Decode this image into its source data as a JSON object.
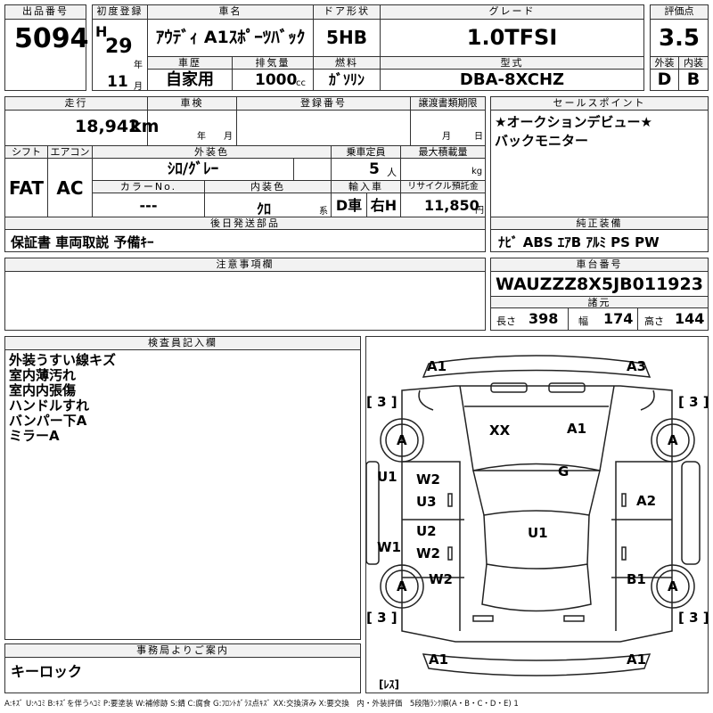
{
  "header": {
    "lot_no_label": "出品番号",
    "lot_no": "5094",
    "first_reg_label": "初度登録",
    "era_letter": "H",
    "reg_year": "29",
    "year_unit": "年",
    "reg_month": "11",
    "month_unit": "月",
    "car_name_label": "車名",
    "car_name": "ｱｳﾃﾞｨ A1ｽﾎﾟｰﾂﾊﾞｯｸ",
    "door_label": "ドア形状",
    "door": "5HB",
    "grade_label": "グレード",
    "grade": "1.0TFSI",
    "score_label": "評価点",
    "score": "3.5",
    "history_label": "車歴",
    "history": "自家用",
    "displacement_label": "排気量",
    "displacement": "1000",
    "displacement_unit": "cc",
    "fuel_label": "燃料",
    "fuel": "ｶﾞｿﾘﾝ",
    "model_code_label": "型式",
    "model_code": "DBA-8XCHZ",
    "exterior_label": "外装",
    "exterior_grade": "D",
    "interior_label": "内装",
    "interior_grade": "B"
  },
  "row2": {
    "mileage_label": "走行",
    "mileage": "18,942",
    "mileage_unit": "km",
    "inspection_label": "車検",
    "inspection_year_unit": "年",
    "inspection_month_unit": "月",
    "plate_label": "登録番号",
    "transfer_label": "譲渡書類期限",
    "transfer_month_unit": "月",
    "transfer_day_unit": "日",
    "shift_label": "シフト",
    "shift": "FAT",
    "ac_label": "エアコン",
    "ac": "AC",
    "ext_color_label": "外装色",
    "ext_color": "ｼﾛ/ｸﾞﾚｰ",
    "capacity_label": "乗車定員",
    "capacity": "5",
    "capacity_unit": "人",
    "max_load_label": "最大積載量",
    "max_load_unit": "kg",
    "color_no_label": "カラーNo.",
    "color_no": "---",
    "int_color_label": "内装色",
    "int_color": "ｸﾛ",
    "int_color_unit": "系",
    "import_label": "輸入車",
    "import_type": "D車",
    "steering": "右H",
    "recycle_label": "リサイクル預託金",
    "recycle_fee": "11,850",
    "recycle_unit": "円",
    "later_parts_label": "後日発送部品",
    "later_parts": "保証書 車両取説 予備ｷｰ"
  },
  "sales_points": {
    "label": "セールスポイント",
    "lines": [
      "★オークションデビュー★",
      "バックモニター"
    ]
  },
  "equipment": {
    "label": "純正装備",
    "items": "ﾅﾋﾞ ABS ｴｱB ｱﾙﾐ PS PW"
  },
  "notes": {
    "label": "注意事項欄"
  },
  "chassis": {
    "label": "車台番号",
    "number": "WAUZZZ8X5JB011923",
    "spec_label": "諸元",
    "length_label": "長さ",
    "length": "398",
    "width_label": "幅",
    "width": "174",
    "height_label": "高さ",
    "height": "144"
  },
  "inspector": {
    "label": "検査員記入欄",
    "lines": [
      "外装うすい線キズ",
      "室内薄汚れ",
      "室内内張傷",
      "ハンドルすれ",
      "バンパー下A",
      "ミラーA"
    ]
  },
  "office": {
    "label": "事務局よりご案内",
    "text": "キーロック"
  },
  "diagram": {
    "marks": {
      "front_left": "A1",
      "front_right": "A3",
      "tire_fl": "[ 3 ]",
      "tire_fr": "[ 3 ]",
      "tire_rl": "[ 3 ]",
      "tire_rr": "[ 3 ]",
      "wheel_fl": "A",
      "wheel_fr": "A",
      "wheel_rl": "A",
      "wheel_rr": "A",
      "hood_l": "XX",
      "hood_r": "A1",
      "left_u1": "U1",
      "left_w1": "W1",
      "right_a2": "A2",
      "right_b1": "B1",
      "door_fl_w2": "W2",
      "door_fl_u3": "U3",
      "door_rl_u2": "U2",
      "door_rl_w2": "W2",
      "rear_w2": "W2",
      "roof_g": "G",
      "roof_u1": "U1",
      "rear_left": "A1",
      "rear_right": "A1",
      "spare": "[ﾚｽ]"
    }
  },
  "legend": "A:ｷｽﾞ U:ﾍｺﾐ B:ｷｽﾞを伴うﾍｺﾐ P:要塗装 W:補修跡 S:錆 C:腐食 G:ﾌﾛﾝﾄｶﾞﾗｽ点ｷｽﾞ XX:交換済み X:要交換　内・外装評価　5段階ﾗﾝｸ順(A・B・C・D・E) 1"
}
